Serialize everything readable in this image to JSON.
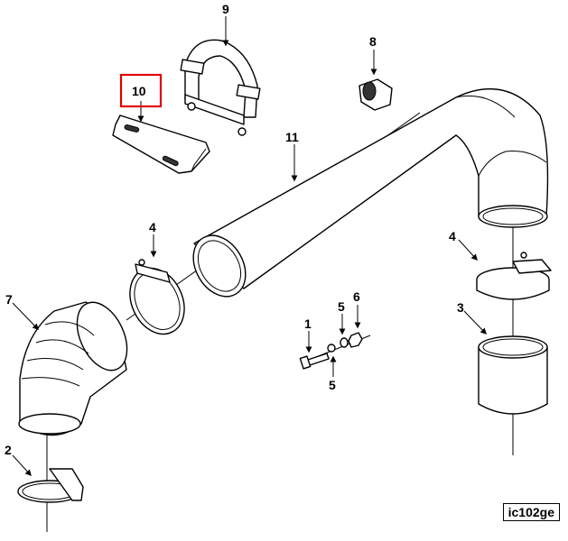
{
  "diagram": {
    "callouts": [
      "1",
      "2",
      "3",
      "4",
      "4",
      "5",
      "5",
      "6",
      "7",
      "8",
      "9",
      "10",
      "11"
    ],
    "highlight_color": "#e00000",
    "figure_code": "ic102ge"
  }
}
